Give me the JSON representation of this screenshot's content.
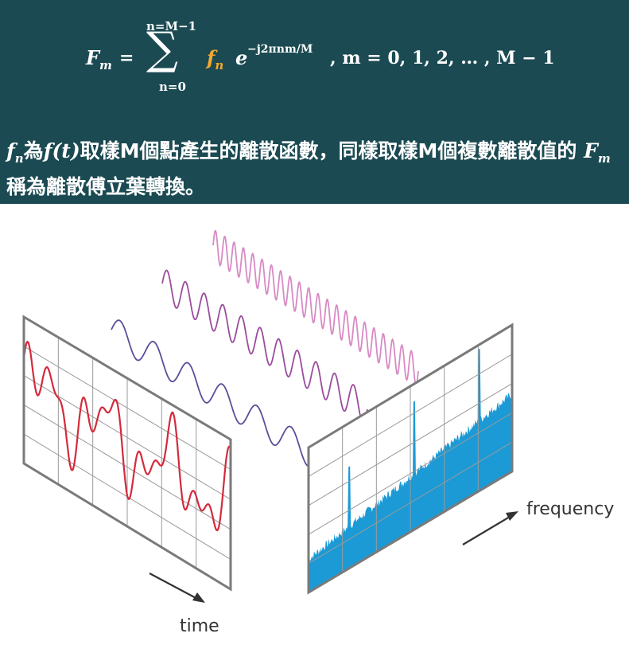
{
  "formula": {
    "lhs_symbol": "F",
    "lhs_sub": "m",
    "equals": "=",
    "sum_upper": "n=M−1",
    "sum_symbol": "∑",
    "sum_lower": "n=0",
    "term_symbol": "f",
    "term_sub": "n",
    "exp_base": "e",
    "exp_power": "−j2πnm/M",
    "m_range": ", m = 0, 1, 2, … , M − 1"
  },
  "description": {
    "fn_symbol": "f",
    "fn_sub": "n",
    "part1": "為",
    "ft": "f(t)",
    "part2": "取樣M個點產生的離散函數，同樣取樣M個複數離散值的 ",
    "fm_symbol": "F",
    "fm_sub": "m",
    "part3": " 稱為離散傅立葉轉換。"
  },
  "diagram": {
    "time_label": "time",
    "frequency_label": "frequency",
    "colors": {
      "panel_bg": "#1b4a52",
      "gold": "#f2a830",
      "time_signal": "#d42a3c",
      "wave_low": "#5a4e9a",
      "wave_mid": "#9a4c9c",
      "wave_high": "#d88ac4",
      "spectrum": "#1c9ad6",
      "frame": "#7a7a7a",
      "grid": "#9a9a9a"
    }
  }
}
